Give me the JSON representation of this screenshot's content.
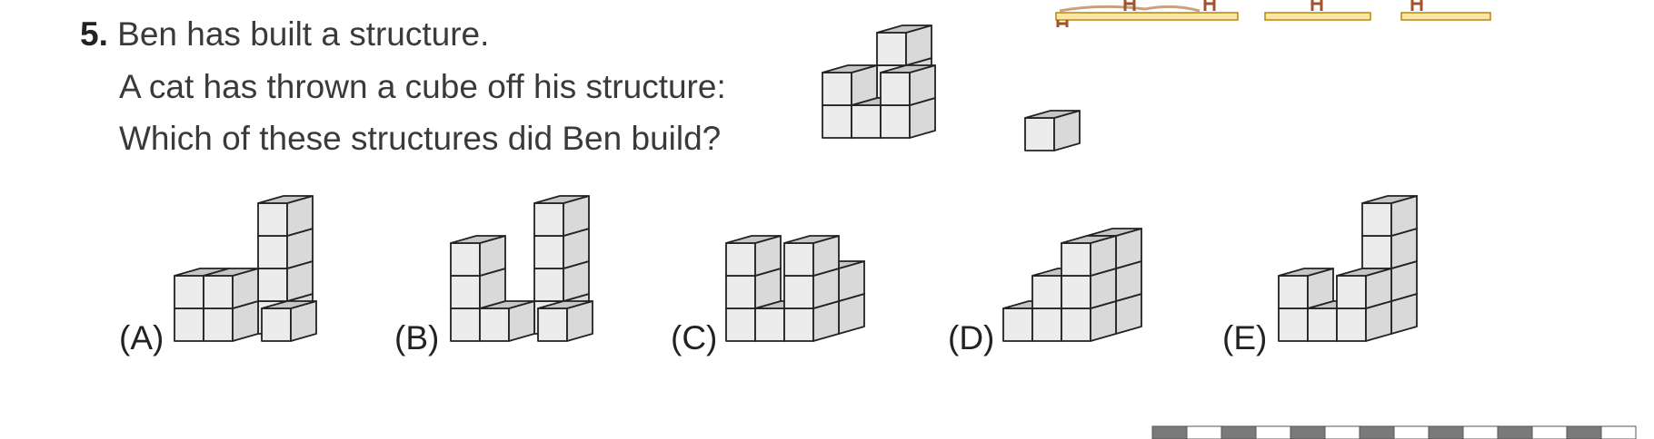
{
  "question": {
    "number": "5.",
    "line1": "Ben has built a structure.",
    "line2": "A cat has thrown a cube off his structure:",
    "line3": "Which of these structures did Ben build?"
  },
  "options": [
    {
      "id": "A",
      "label": "(A)"
    },
    {
      "id": "B",
      "label": "(B)"
    },
    {
      "id": "C",
      "label": "(C)"
    },
    {
      "id": "D",
      "label": "(D)"
    },
    {
      "id": "E",
      "label": "(E)"
    }
  ],
  "colors": {
    "cube_top": "#c6c6c6",
    "cube_left": "#d9d9d9",
    "cube_right": "#ececec",
    "edge": "#222222",
    "strip_fill": "#fbe6a6",
    "strip_border": "#b8860b",
    "ladder": "#a0522d",
    "checker_dark": "#7a7a7a"
  }
}
